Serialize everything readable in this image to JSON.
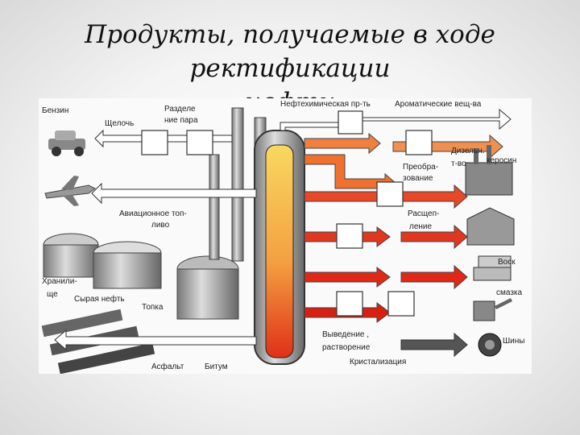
{
  "slide": {
    "title_line1": "Продукты, получаемые в ходе ректификации",
    "title_line2": "нефти"
  },
  "diagram": {
    "labels": {
      "benzin": "Бензин",
      "shchelochi": "Щелочь",
      "razdel_1": "Разделе",
      "razdel_2": "ние пара",
      "neftekhim": "Нефтехимическая пр-ть",
      "aromatic": "Ароматические вещ-ва",
      "dizel_1": "Дизельн.",
      "dizel_2": "керосин",
      "preobr_1": "Преобра-",
      "preobr_2": "т-во",
      "preobr_3": "зование",
      "aviation_1": "Авиационное топ-",
      "aviation_2": "ливо",
      "rasshchep_1": "Расщеп-",
      "rasshchep_2": "ление",
      "vosk": "Воск",
      "smazka": "смазка",
      "khranil_1": "Хранили-",
      "khranil_2": "ще",
      "syraya_neft": "Сырая нефть",
      "topka": "Топка",
      "vyvedenie_1": "Выведение ,",
      "vyvedenie_2": "растворение",
      "kristal": "Кристализация",
      "shiny": "Шины",
      "asfalt": "Асфальт",
      "bitum": "Битум"
    },
    "colors": {
      "hot": "#e03020",
      "warm": "#f08040",
      "column": "#f5b040",
      "grey": "#555555"
    }
  }
}
